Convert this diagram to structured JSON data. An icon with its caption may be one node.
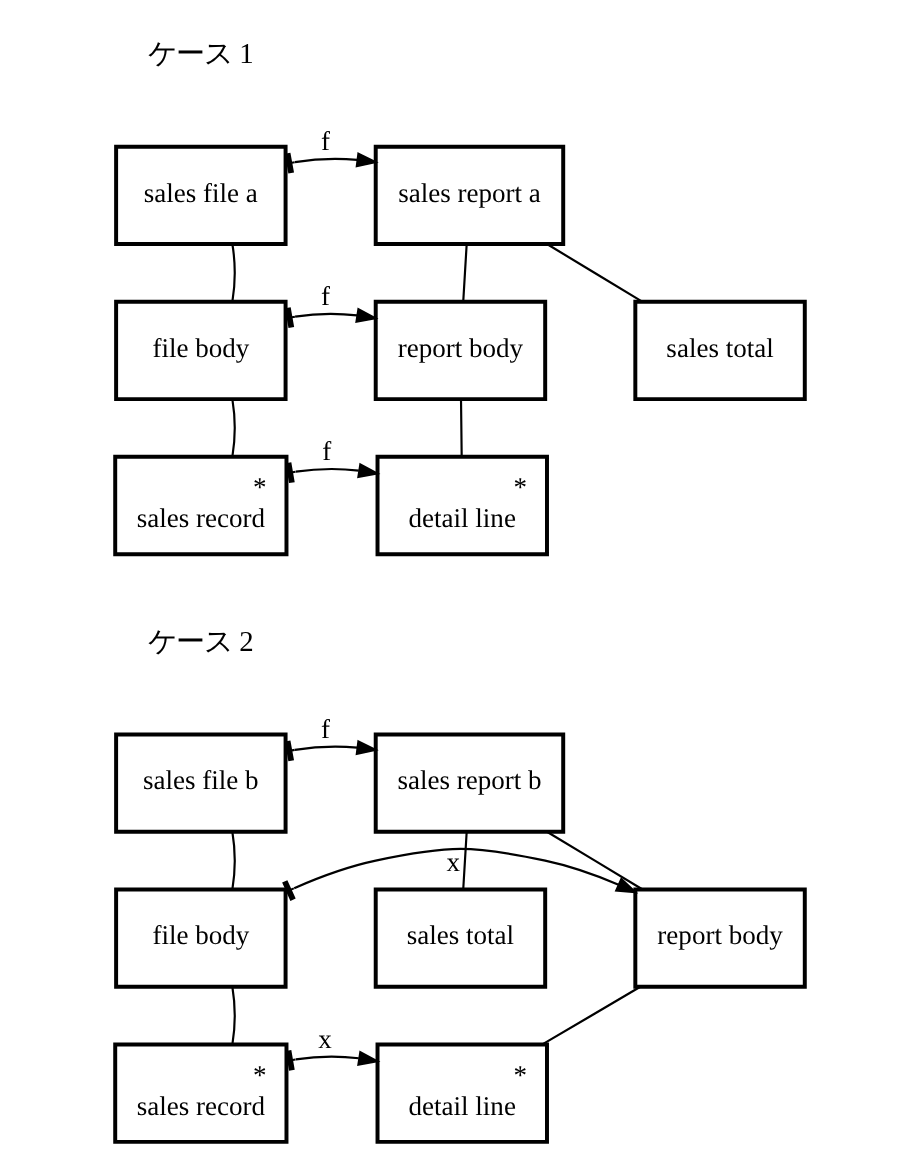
{
  "diagram": {
    "nodes": [
      {
        "text": [
          "sales file a"
        ]
      },
      {
        "text": [
          "sales report a"
        ]
      },
      {
        "text": [
          "file body"
        ]
      },
      {
        "text": [
          "report body"
        ]
      },
      {
        "text": [
          "sales total"
        ]
      },
      {
        "text": [
          "*",
          "sales record"
        ]
      },
      {
        "text": [
          "*",
          "detail line"
        ]
      },
      {
        "text": [
          "sales file b"
        ]
      },
      {
        "text": [
          "sales report b"
        ]
      },
      {
        "text": [
          "file body"
        ]
      },
      {
        "text": [
          "sales total"
        ]
      },
      {
        "text": [
          "report body"
        ]
      },
      {
        "text": [
          "*",
          "sales record"
        ]
      },
      {
        "text": [
          "*",
          "detail line"
        ]
      }
    ],
    "edges": [
      {
        "from": 0,
        "to": 1,
        "arrow": "to",
        "label": "f"
      },
      {
        "from": 0,
        "to": 2,
        "arrow": "none"
      },
      {
        "from": 1,
        "to": 3,
        "arrow": "none"
      },
      {
        "from": 1,
        "to": 4,
        "arrow": "none"
      },
      {
        "from": 2,
        "to": 3,
        "arrow": "to",
        "label": "f"
      },
      {
        "from": 2,
        "to": 5,
        "arrow": "none"
      },
      {
        "from": 3,
        "to": 6,
        "arrow": "none"
      },
      {
        "from": 5,
        "to": 6,
        "arrow": "to",
        "label": "f"
      },
      {
        "from": 7,
        "to": 8,
        "arrow": "to",
        "label": "f"
      },
      {
        "from": 7,
        "to": 9,
        "arrow": "none"
      },
      {
        "from": 8,
        "to": 10,
        "arrow": "none"
      },
      {
        "from": 8,
        "to": 11,
        "arrow": "none"
      },
      {
        "from": 9,
        "to": 11,
        "arrow": "to",
        "label": "x"
      },
      {
        "from": 9,
        "to": 12,
        "arrow": "none"
      },
      {
        "from": 11,
        "to": 13,
        "arrow": "none"
      },
      {
        "from": 12,
        "to": 13,
        "arrow": "to",
        "label": "x"
      }
    ],
    "labels": [
      "ケース 1",
      "ケース 2"
    ]
  }
}
